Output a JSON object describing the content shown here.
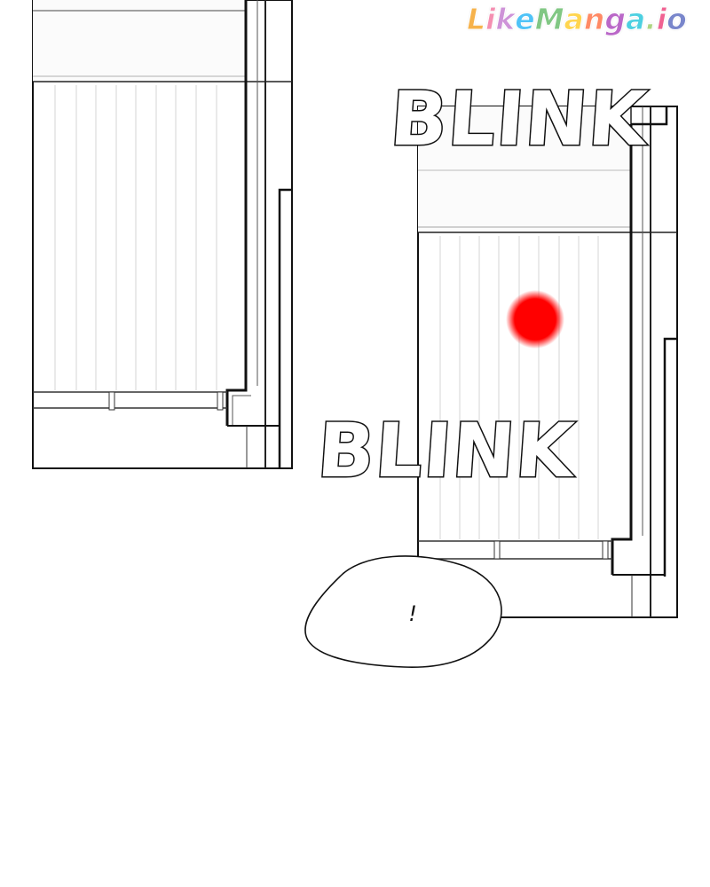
{
  "watermark": {
    "text": "LikeManga.io",
    "letters": [
      "L",
      "i",
      "k",
      "e",
      "M",
      "a",
      "n",
      "g",
      "a",
      ".",
      "i",
      "o"
    ],
    "colors": [
      "#f6b24b",
      "#f48fb1",
      "#ce93d8",
      "#4fc3f7",
      "#81c784",
      "#ffd54f",
      "#ff8a65",
      "#ba68c8",
      "#4dd0e1",
      "#aed581",
      "#f06292",
      "#7986cb"
    ]
  },
  "sfx": {
    "top": "BLINK",
    "bottom": "BLINK"
  },
  "speech_bubble": {
    "text": "!"
  },
  "colors": {
    "ink": "#111111",
    "paper": "#ffffff",
    "red_light": "#ff0000"
  }
}
